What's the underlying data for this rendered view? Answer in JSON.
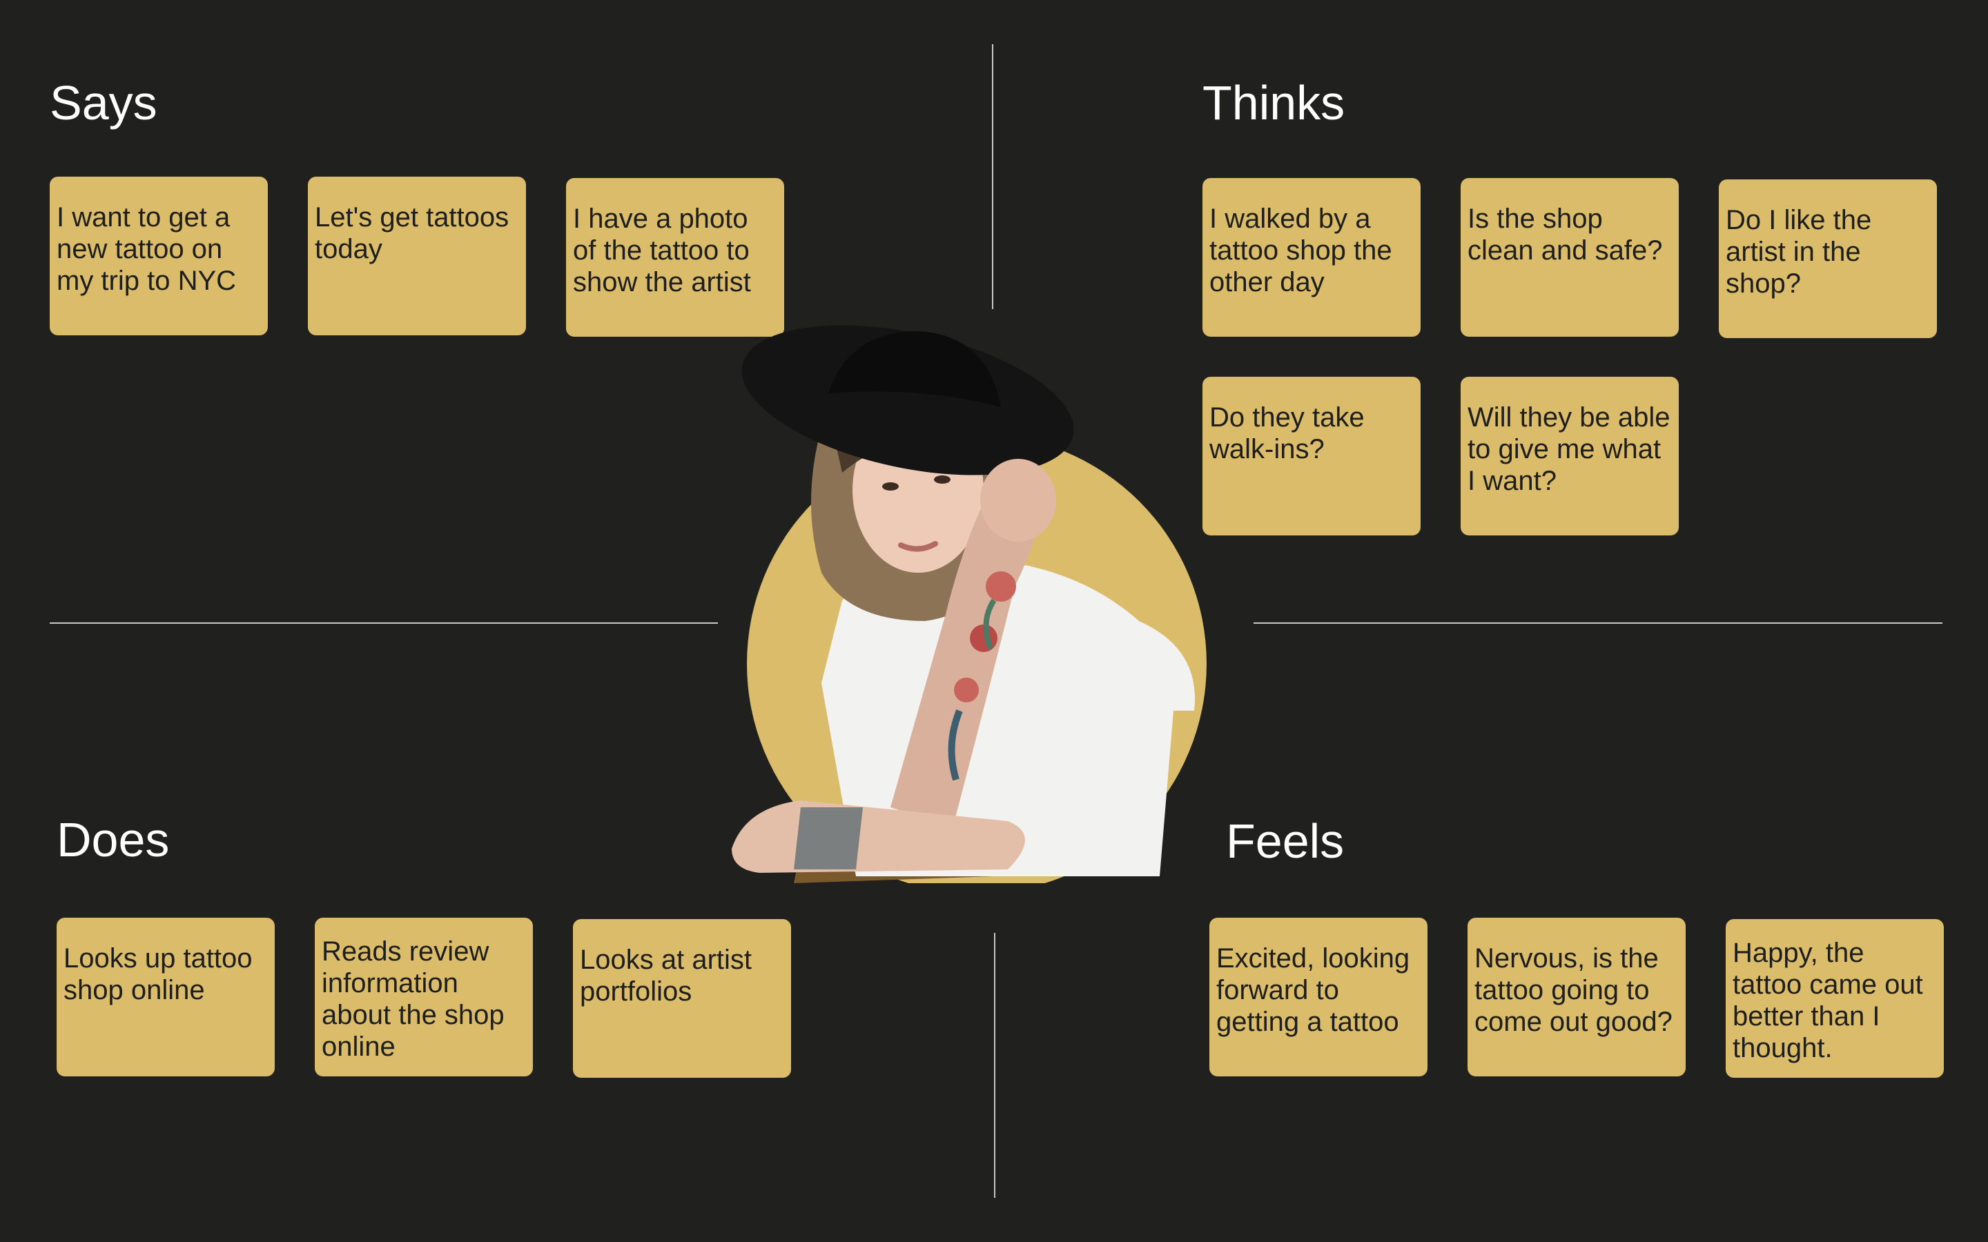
{
  "quadrants": {
    "says": {
      "title": "Says",
      "notes": [
        "I want to get a new tattoo on my trip to NYC",
        "Let's get tattoos today",
        "I have a photo of the tattoo to show the artist"
      ]
    },
    "thinks": {
      "title": "Thinks",
      "notes": [
        "I walked by a tattoo shop the other day",
        "Is the shop clean and safe?",
        "Do I like the artist in the shop?",
        "Do they take walk-ins?",
        "Will they be able to give me what I want?"
      ]
    },
    "does": {
      "title": "Does",
      "notes": [
        "Looks up tattoo shop online",
        "Reads review information about the shop online",
        "Looks at artist portfolios"
      ]
    },
    "feels": {
      "title": "Feels",
      "notes": [
        "Excited, looking forward to getting a tattoo",
        "Nervous, is the tattoo going to come out good?",
        "Happy, the tattoo came out better than I thought."
      ]
    }
  },
  "colors": {
    "background": "#20201e",
    "note": "#dbbc6a",
    "circle": "#dbbc6a",
    "divider": "#c9c9c9",
    "heading": "#ffffff"
  },
  "portrait": {
    "subject": "tattooed-woman-with-black-hat"
  }
}
